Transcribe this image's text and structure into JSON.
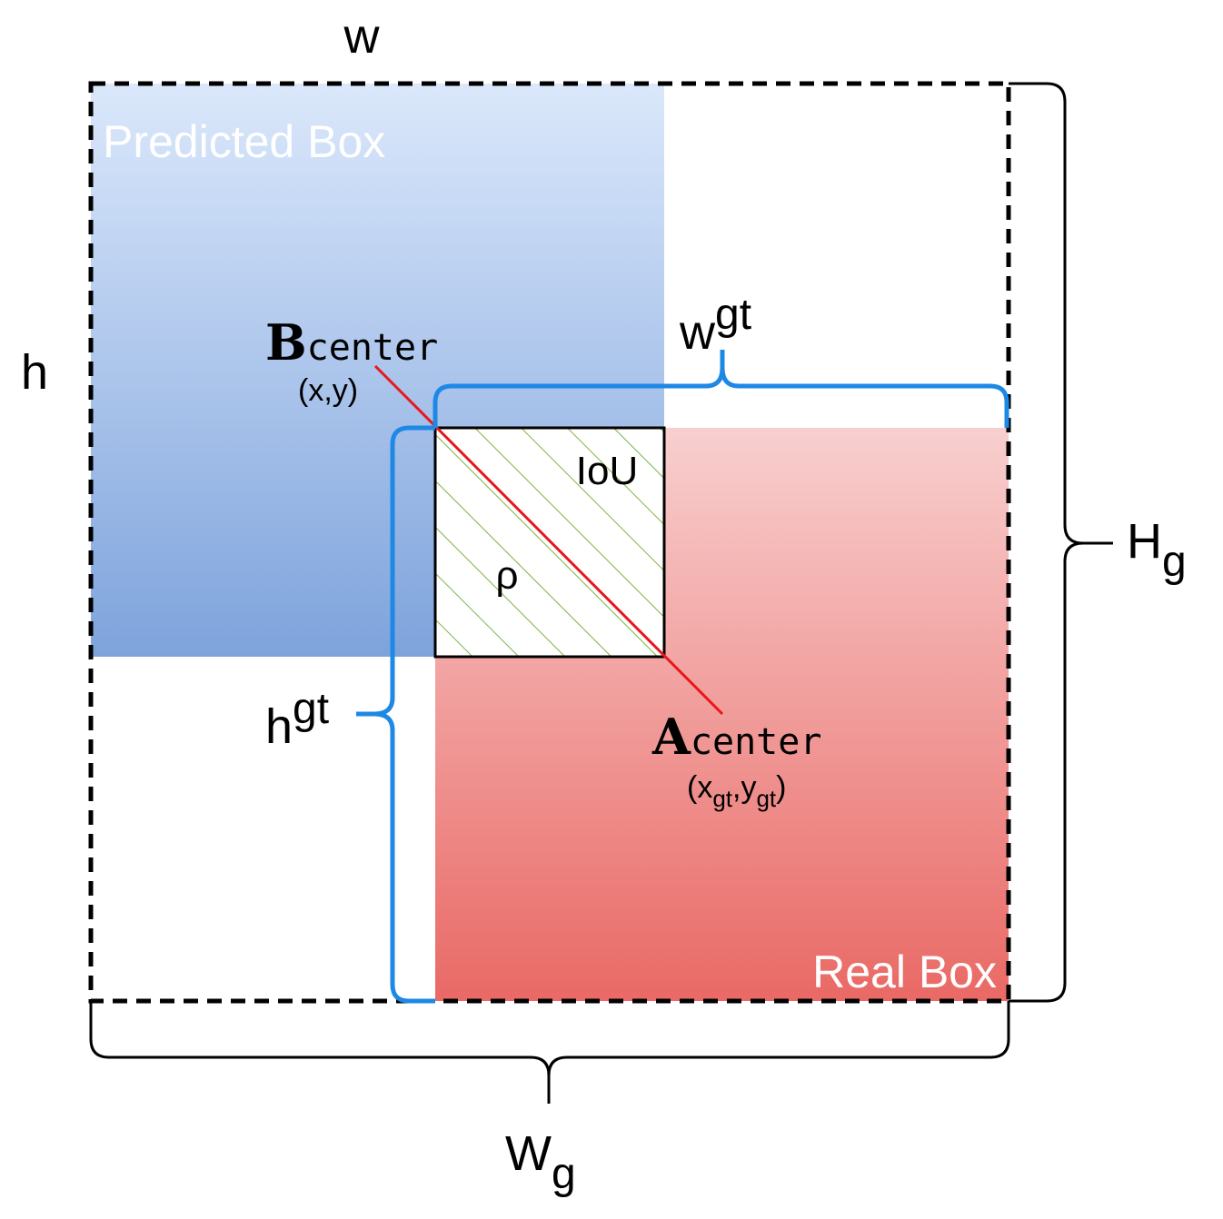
{
  "labels": {
    "w": "w",
    "h": "h",
    "w_gt_base": "w",
    "w_gt_sup": "gt",
    "h_gt_base": "h",
    "h_gt_sup": "gt",
    "H_g_base": "H",
    "H_g_sub": "g",
    "W_g_base": "W",
    "W_g_sub": "g",
    "predicted_box": "Predicted Box",
    "real_box": "Real Box",
    "iou": "IoU",
    "rho": "ρ",
    "b_letter": "B",
    "b_word": "center",
    "b_coord": "(x,y)",
    "a_letter": "A",
    "a_word": "center",
    "a_coord_open": "(x",
    "a_coord_sub1": "gt",
    "a_coord_mid": ",y",
    "a_coord_sub2": "gt",
    "a_coord_close": ")"
  },
  "colors": {
    "predicted_top": "#dbe8fb",
    "predicted_bottom": "#7ea3dc",
    "real_top": "#f8cfcf",
    "real_bottom": "#e96965",
    "bracket_blue": "#1e88e5",
    "distance_line": "#e8171b",
    "hatch": "#7cb342"
  }
}
